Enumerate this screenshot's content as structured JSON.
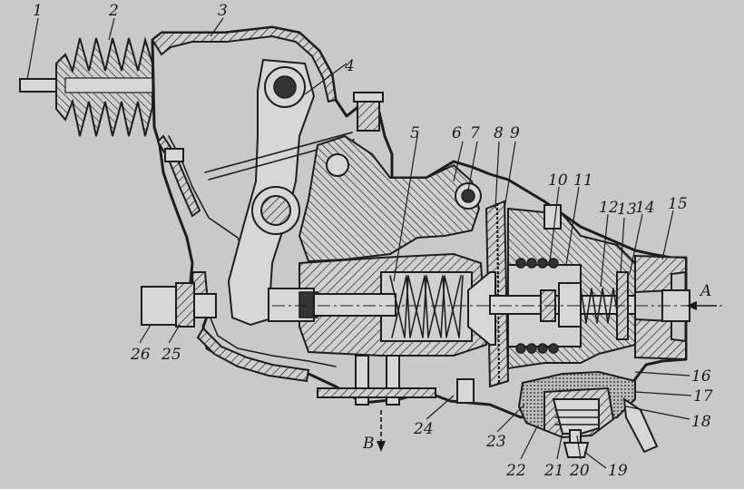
{
  "callouts": {
    "c1": "1",
    "c2": "2",
    "c3": "3",
    "c4": "4",
    "c5": "5",
    "c6": "6",
    "c7": "7",
    "c8": "8",
    "c9": "9",
    "c10": "10",
    "c11": "11",
    "c12": "12",
    "c13": "13",
    "c14": "14",
    "c15": "15",
    "c16": "16",
    "c17": "17",
    "c18": "18",
    "c19": "19",
    "c20": "20",
    "c21": "21",
    "c22": "22",
    "c23": "23",
    "c24": "24",
    "c25": "25",
    "c26": "26"
  },
  "direction_labels": {
    "a": "A",
    "b": "B"
  },
  "colors": {
    "background": "#c9c9c9",
    "ink": "#1e1e1e"
  }
}
